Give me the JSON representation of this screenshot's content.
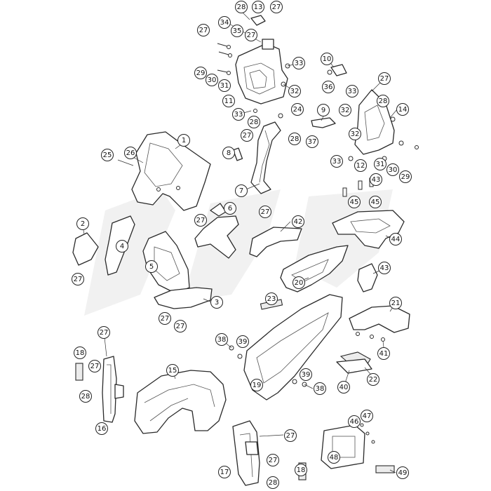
{
  "diagram": {
    "callouts": [
      {
        "label": "28"
      },
      {
        "label": "13"
      },
      {
        "label": "27"
      },
      {
        "label": "27"
      },
      {
        "label": "34"
      },
      {
        "label": "35"
      },
      {
        "label": "27"
      },
      {
        "label": "33"
      },
      {
        "label": "29"
      },
      {
        "label": "30"
      },
      {
        "label": "31"
      },
      {
        "label": "32"
      },
      {
        "label": "11"
      },
      {
        "label": "24"
      },
      {
        "label": "33"
      },
      {
        "label": "28"
      },
      {
        "label": "27"
      },
      {
        "label": "28"
      },
      {
        "label": "10"
      },
      {
        "label": "36"
      },
      {
        "label": "27"
      },
      {
        "label": "33"
      },
      {
        "label": "28"
      },
      {
        "label": "32"
      },
      {
        "label": "14"
      },
      {
        "label": "9"
      },
      {
        "label": "37"
      },
      {
        "label": "32"
      },
      {
        "label": "1"
      },
      {
        "label": "25"
      },
      {
        "label": "26"
      },
      {
        "label": "8"
      },
      {
        "label": "33"
      },
      {
        "label": "12"
      },
      {
        "label": "31"
      },
      {
        "label": "30"
      },
      {
        "label": "29"
      },
      {
        "label": "43"
      },
      {
        "label": "45"
      },
      {
        "label": "7"
      },
      {
        "label": "27"
      },
      {
        "label": "45"
      },
      {
        "label": "6"
      },
      {
        "label": "27"
      },
      {
        "label": "2"
      },
      {
        "label": "4"
      },
      {
        "label": "42"
      },
      {
        "label": "44"
      },
      {
        "label": "27"
      },
      {
        "label": "5"
      },
      {
        "label": "20"
      },
      {
        "label": "43"
      },
      {
        "label": "3"
      },
      {
        "label": "23"
      },
      {
        "label": "21"
      },
      {
        "label": "27"
      },
      {
        "label": "27"
      },
      {
        "label": "27"
      },
      {
        "label": "38"
      },
      {
        "label": "39"
      },
      {
        "label": "41"
      },
      {
        "label": "18"
      },
      {
        "label": "27"
      },
      {
        "label": "15"
      },
      {
        "label": "39"
      },
      {
        "label": "22"
      },
      {
        "label": "40"
      },
      {
        "label": "28"
      },
      {
        "label": "19"
      },
      {
        "label": "38"
      },
      {
        "label": "16"
      },
      {
        "label": "47"
      },
      {
        "label": "46"
      },
      {
        "label": "27"
      },
      {
        "label": "48"
      },
      {
        "label": "27"
      },
      {
        "label": "17"
      },
      {
        "label": "28"
      },
      {
        "label": "18"
      },
      {
        "label": "49"
      }
    ]
  }
}
